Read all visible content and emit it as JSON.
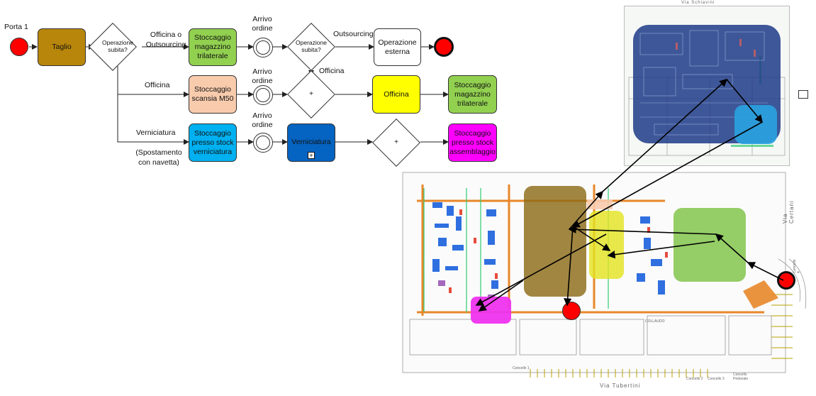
{
  "process": {
    "start_label": "Porta 1",
    "tasks": {
      "taglio": "Taglio",
      "stocc_tril_1": "Stoccaggio magazzino trilaterale",
      "stocc_m50": "Stoccaggio scansia M50",
      "stocc_vern": "Stoccaggio presso stock verniciatura",
      "op_esterna": "Operazione esterna",
      "officina": "Officina",
      "stocc_tril_2": "Stoccaggio magazzino trilaterale",
      "verniciatura": "Verniciatura",
      "stocc_assembl": "Stoccaggio presso stock assemblaggio"
    },
    "gateways": {
      "g1": "Operazione subita?",
      "g2": "Operazione subita?",
      "parallel": "+"
    },
    "flow_labels": {
      "officina_o_outsourcing": "Officina o Outsourcing",
      "officina": "Officina",
      "verniciatura": "Verniciatura",
      "spostamento": "(Spostamento con navetta)",
      "outsourcing": "Outsourcing",
      "officina_2": "Officina"
    },
    "events": {
      "arrivo_1": "Arrivo ordine",
      "arrivo_2": "Arrivo ordine",
      "arrivo_3": "Arrivo ordine"
    },
    "subprocess_marker": "+"
  },
  "map": {
    "streets": {
      "top": "Via Schiavini",
      "right": "Via Certani",
      "bottom": "Via Tubertini"
    },
    "labels": {
      "concello_1": "Concello 1",
      "concello_2": "Concello 2",
      "concello_3": "Concello 3",
      "concello_pedonale": "Concello Pedonale",
      "concello_4": "Concello 4",
      "coll_nr": "COLLAUDO"
    }
  },
  "colors": {
    "taglio": "#B8860B",
    "green": "#92D050",
    "salmon": "#F8CBAD",
    "cyan": "#00B0F0",
    "yellow": "#FFFF00",
    "blue": "#0563C1",
    "magenta": "#FF00FF",
    "event_red": "#FF0000"
  }
}
